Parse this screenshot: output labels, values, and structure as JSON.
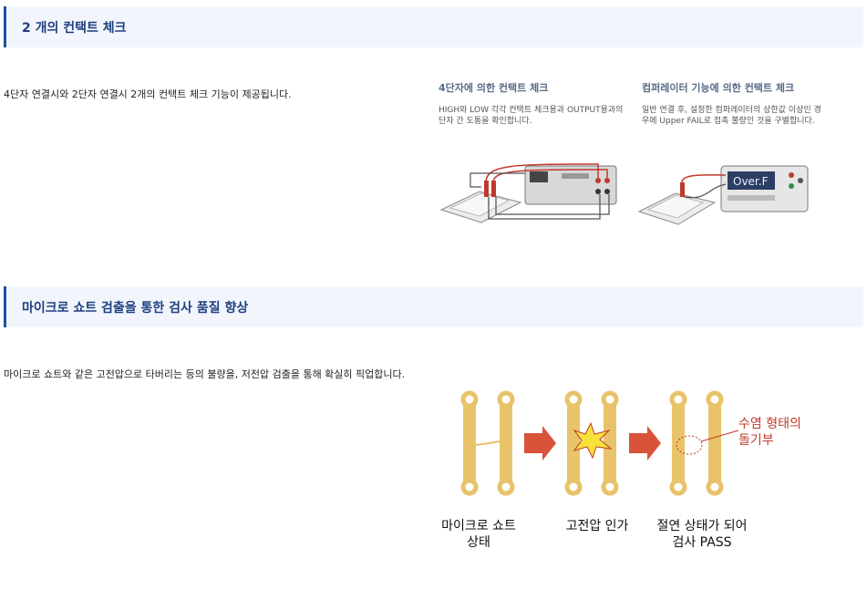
{
  "sections": [
    {
      "title": "2 개의 컨택트 체크",
      "description": "4단자 연결시와 2단자 연결시 2개의 컨택트 체크 기능이 제공됩니다.",
      "figure": {
        "left_title": "4단자에 의한 컨택트 체크",
        "left_body": "HIGH와 LOW 각각 컨택트 체크용과 OUTPUT용과의 단자 간 도통을 확인합니다.",
        "right_title": "컴퍼레이터 기능에 의한 컨택트 체크",
        "right_body": "일반 연결 후, 설정한 컴퍼레이터의 상한값 이상인 경우에 Upper FAIL로 접촉 불량인 것을 구별합니다.",
        "display_text": "Over.F"
      }
    },
    {
      "title": "마이크로 쇼트 검출을 통한 검사 품질 향상",
      "description": "마이크로 쇼트와 같은 고전압으로 타버리는 등의 불량을, 저전압 검출을 통해 확실히 픽업합니다.",
      "figure": {
        "label_1_line1": "마이크로 쇼트",
        "label_1_line2": "상태",
        "label_2": "고전압 인가",
        "label_3_line1": "절연 상태가 되어",
        "label_3_line2": "검사 PASS",
        "note_line1": "수염 형태의",
        "note_line2": "돌기부"
      }
    }
  ],
  "colors": {
    "header_bg": "#f2f6fc",
    "header_accent": "#1e4fa0",
    "header_text": "#1e3f80",
    "electrode": "#e8c36a",
    "arrow": "#d9533a",
    "spark": "#f6e23a",
    "note": "#c0392b"
  }
}
